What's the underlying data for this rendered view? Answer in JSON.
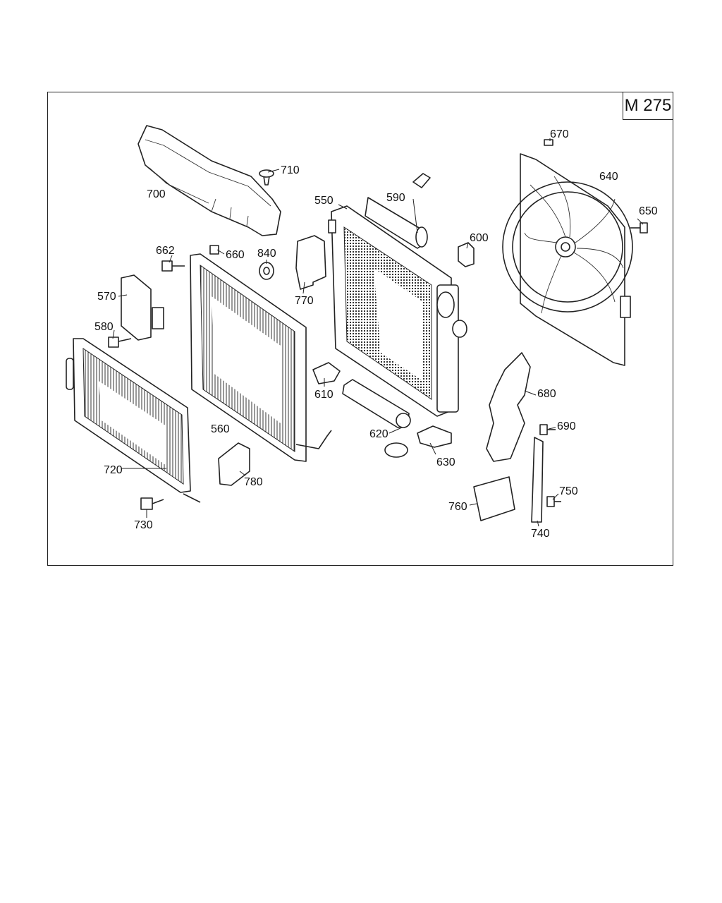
{
  "diagram": {
    "model_code": "M 275",
    "parts": [
      {
        "id": "700",
        "label": "700"
      },
      {
        "id": "710",
        "label": "710"
      },
      {
        "id": "550",
        "label": "550"
      },
      {
        "id": "590",
        "label": "590"
      },
      {
        "id": "670",
        "label": "670"
      },
      {
        "id": "640",
        "label": "640"
      },
      {
        "id": "650",
        "label": "650"
      },
      {
        "id": "662",
        "label": "662"
      },
      {
        "id": "660",
        "label": "660"
      },
      {
        "id": "840",
        "label": "840"
      },
      {
        "id": "600",
        "label": "600"
      },
      {
        "id": "570",
        "label": "570"
      },
      {
        "id": "770",
        "label": "770"
      },
      {
        "id": "580",
        "label": "580"
      },
      {
        "id": "610",
        "label": "610"
      },
      {
        "id": "680",
        "label": "680"
      },
      {
        "id": "560",
        "label": "560"
      },
      {
        "id": "620",
        "label": "620"
      },
      {
        "id": "690",
        "label": "690"
      },
      {
        "id": "630",
        "label": "630"
      },
      {
        "id": "720",
        "label": "720"
      },
      {
        "id": "780",
        "label": "780"
      },
      {
        "id": "750",
        "label": "750"
      },
      {
        "id": "760",
        "label": "760"
      },
      {
        "id": "730",
        "label": "730"
      },
      {
        "id": "740",
        "label": "740"
      }
    ]
  }
}
